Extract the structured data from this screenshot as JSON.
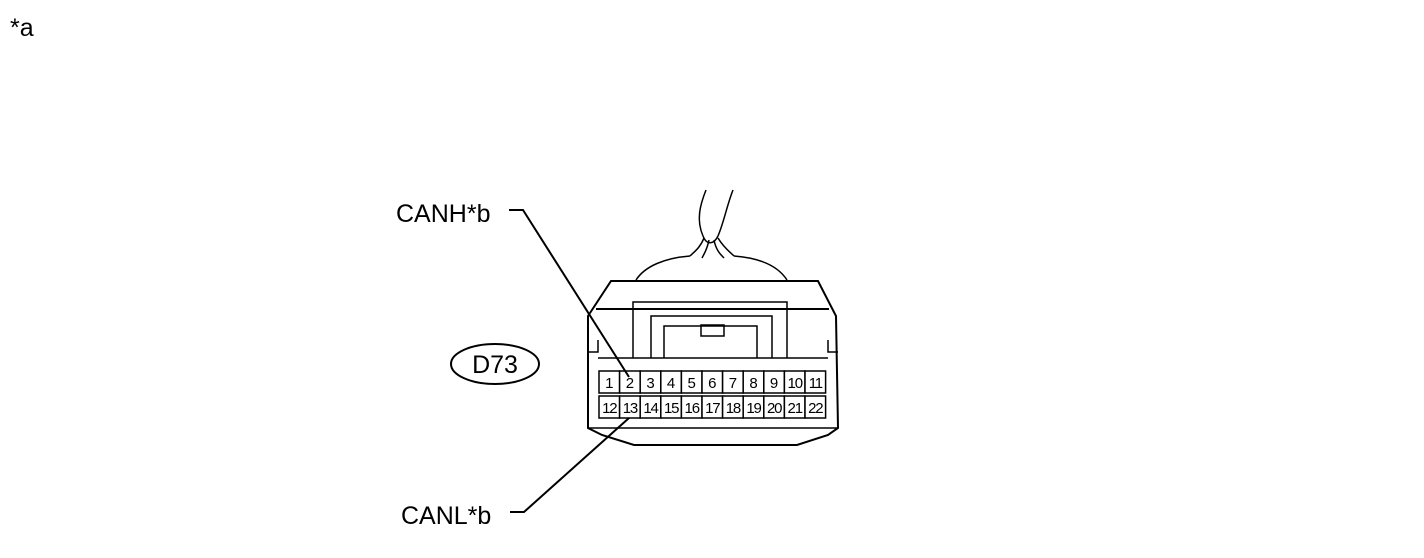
{
  "figure": {
    "corner_note": "*a",
    "connector_id": "D73",
    "callouts": {
      "canh": "CANH*b",
      "canl": "CANL*b"
    },
    "pins_top": [
      "1",
      "2",
      "3",
      "4",
      "5",
      "6",
      "7",
      "8",
      "9",
      "10",
      "11"
    ],
    "pins_bottom": [
      "12",
      "13",
      "14",
      "15",
      "16",
      "17",
      "18",
      "19",
      "20",
      "21",
      "22"
    ]
  }
}
